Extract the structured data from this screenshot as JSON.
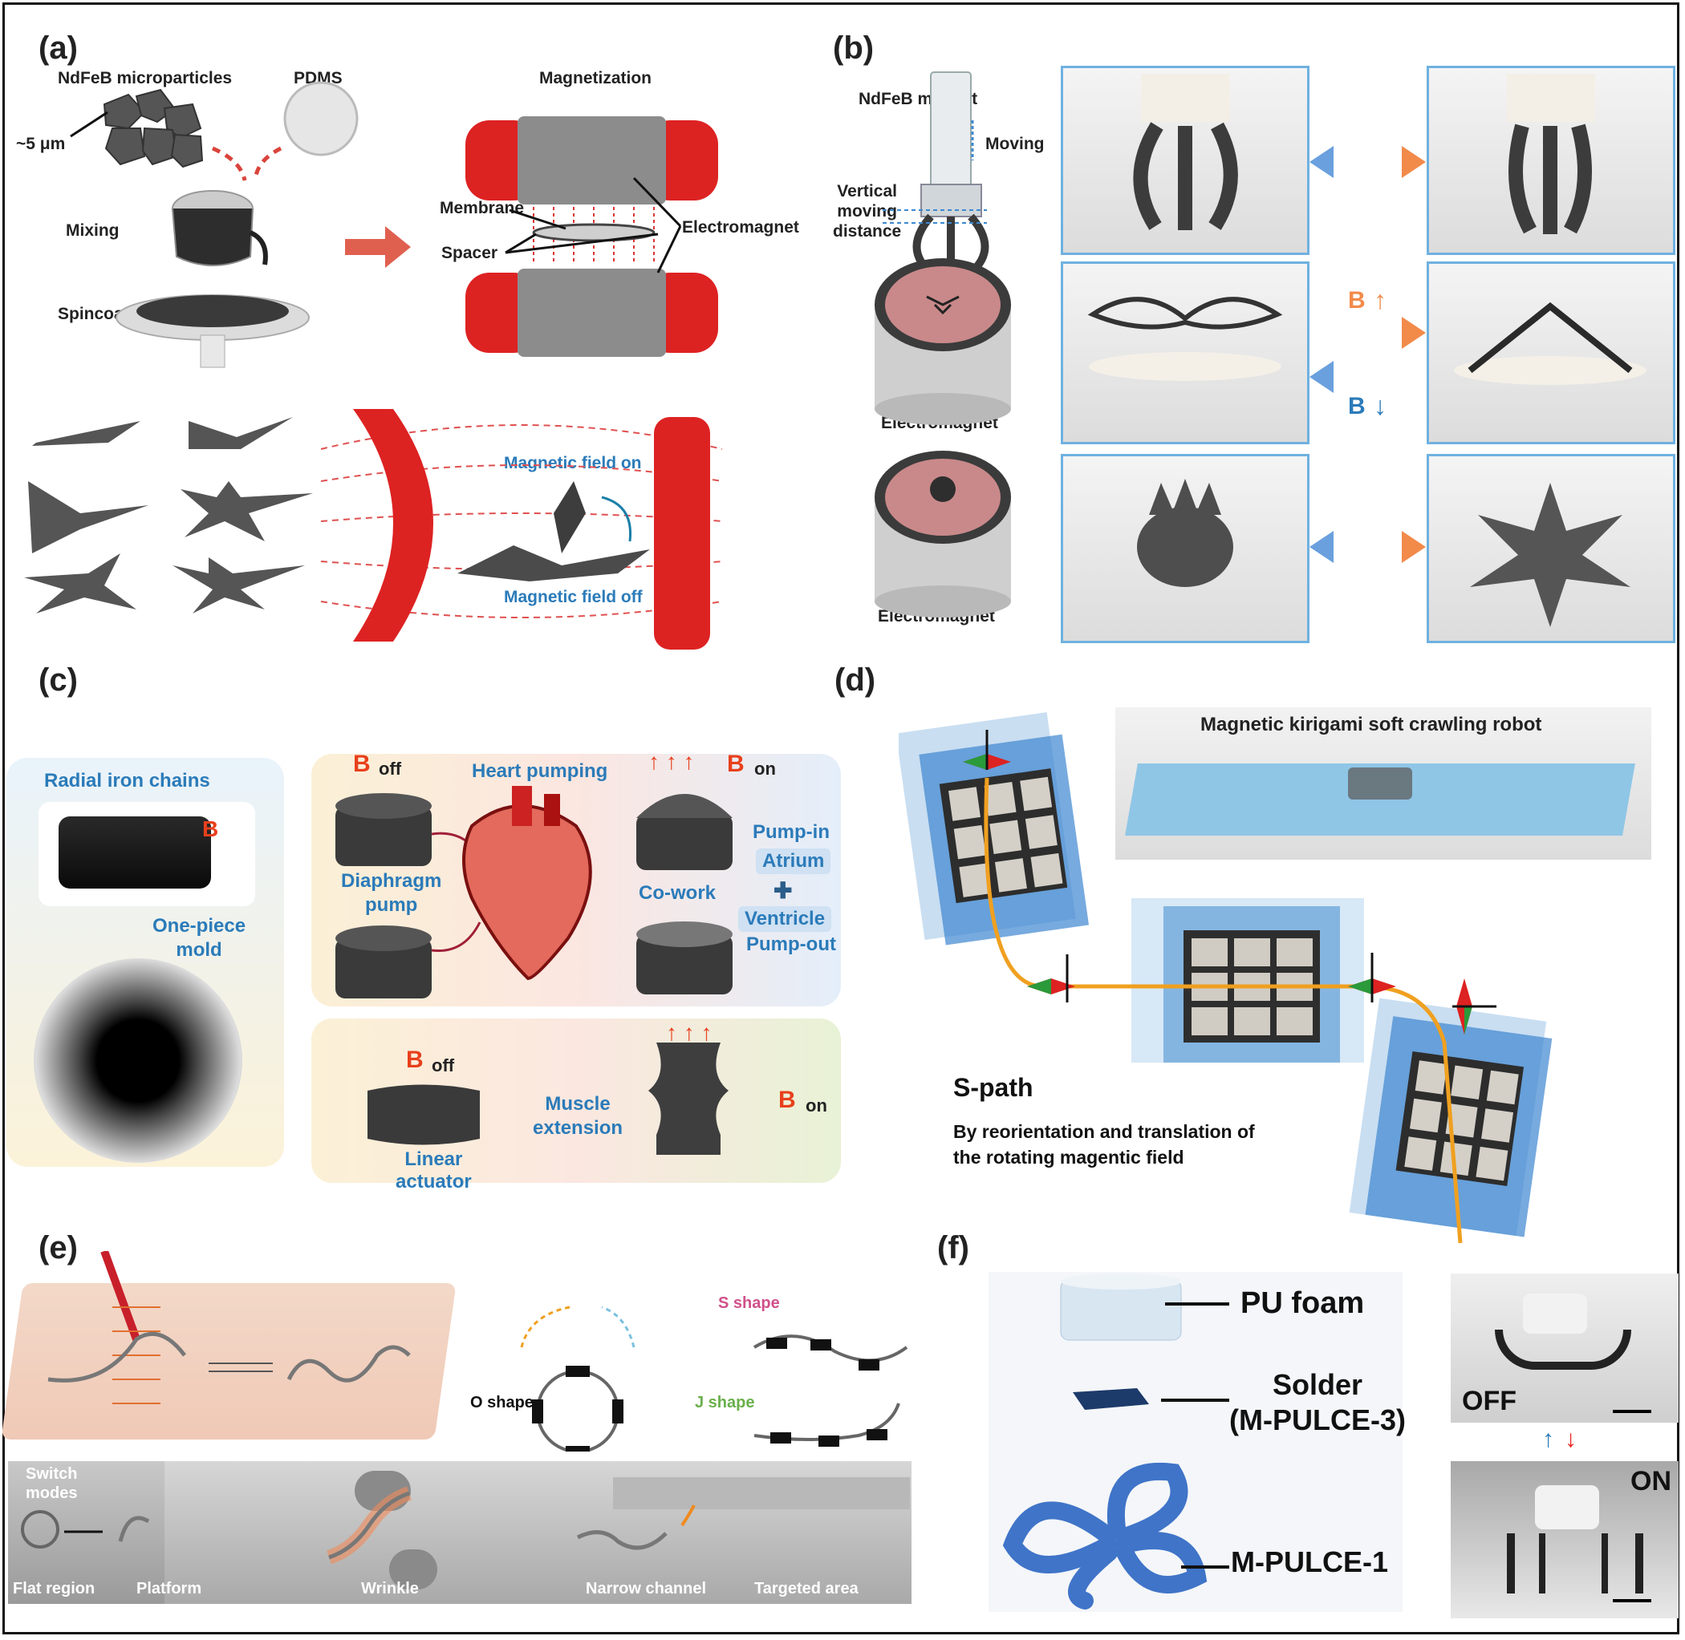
{
  "panels": {
    "a": {
      "label": "(a)",
      "ndfeb_microparticles": "NdFeB microparticles",
      "particle_size": "~5 μm",
      "pdms": "PDMS",
      "mixing": "Mixing",
      "spincoating": "Spincoating",
      "magnetization": "Magnetization",
      "membrane": "Membrane",
      "spacer": "Spacer",
      "electromagnet": "Electromagnet",
      "field_on": "Magnetic field on",
      "field_off": "Magnetic field off"
    },
    "b": {
      "label": "(b)",
      "ndfeb_magnet": "NdFeB magnet",
      "moving": "Moving",
      "vertical_distance": "Vertical\nmoving\ndistance",
      "electromagnet_1": "Electromagnet",
      "electromagnet_2": "Electromagnet",
      "b_up": "B",
      "b_down": "B"
    },
    "c": {
      "label": "(c)",
      "radial_iron_chains": "Radial iron chains",
      "b_symbol": "B",
      "one_piece_mold": "One-piece\nmold",
      "b_off_1": "B",
      "off_1": "off",
      "heart_pumping": "Heart pumping",
      "b_on_1": "B",
      "on_1": "on",
      "diaphragm_pump": "Diaphragm\npump",
      "co_work": "Co-work",
      "pump_in": "Pump-in",
      "atrium": "Atrium",
      "plus": "✚",
      "ventricle": "Ventricle",
      "pump_out": "Pump-out",
      "b_off_2": "B",
      "off_2": "off",
      "muscle_extension": "Muscle\nextension",
      "b_on_2": "B",
      "on_2": "on",
      "linear_actuator": "Linear\nactuator"
    },
    "d": {
      "label": "(d)",
      "robot_title": "Magnetic kirigami soft crawling robot",
      "s_path": "S-path",
      "description": "By reorientation and translation of\nthe rotating magentic field"
    },
    "e": {
      "label": "(e)",
      "s_shape": "S shape",
      "o_shape": "O shape",
      "j_shape": "J shape",
      "switch_modes": "Switch\nmodes",
      "flat_region": "Flat region",
      "platform": "Platform",
      "wrinkle": "Wrinkle",
      "narrow_channel": "Narrow channel",
      "targeted_area": "Targeted area"
    },
    "f": {
      "label": "(f)",
      "pu_foam": "PU foam",
      "solder": "Solder\n(M-PULCE-3)",
      "m_pulce_1": "M-PULCE-1",
      "off": "OFF",
      "on": "ON"
    }
  },
  "colors": {
    "accent_blue": "#2b7bb9",
    "accent_red": "#e8401c",
    "coil_red": "#c81e1e",
    "photo_border": "#6fb1e0",
    "path_orange": "#f0a020"
  }
}
